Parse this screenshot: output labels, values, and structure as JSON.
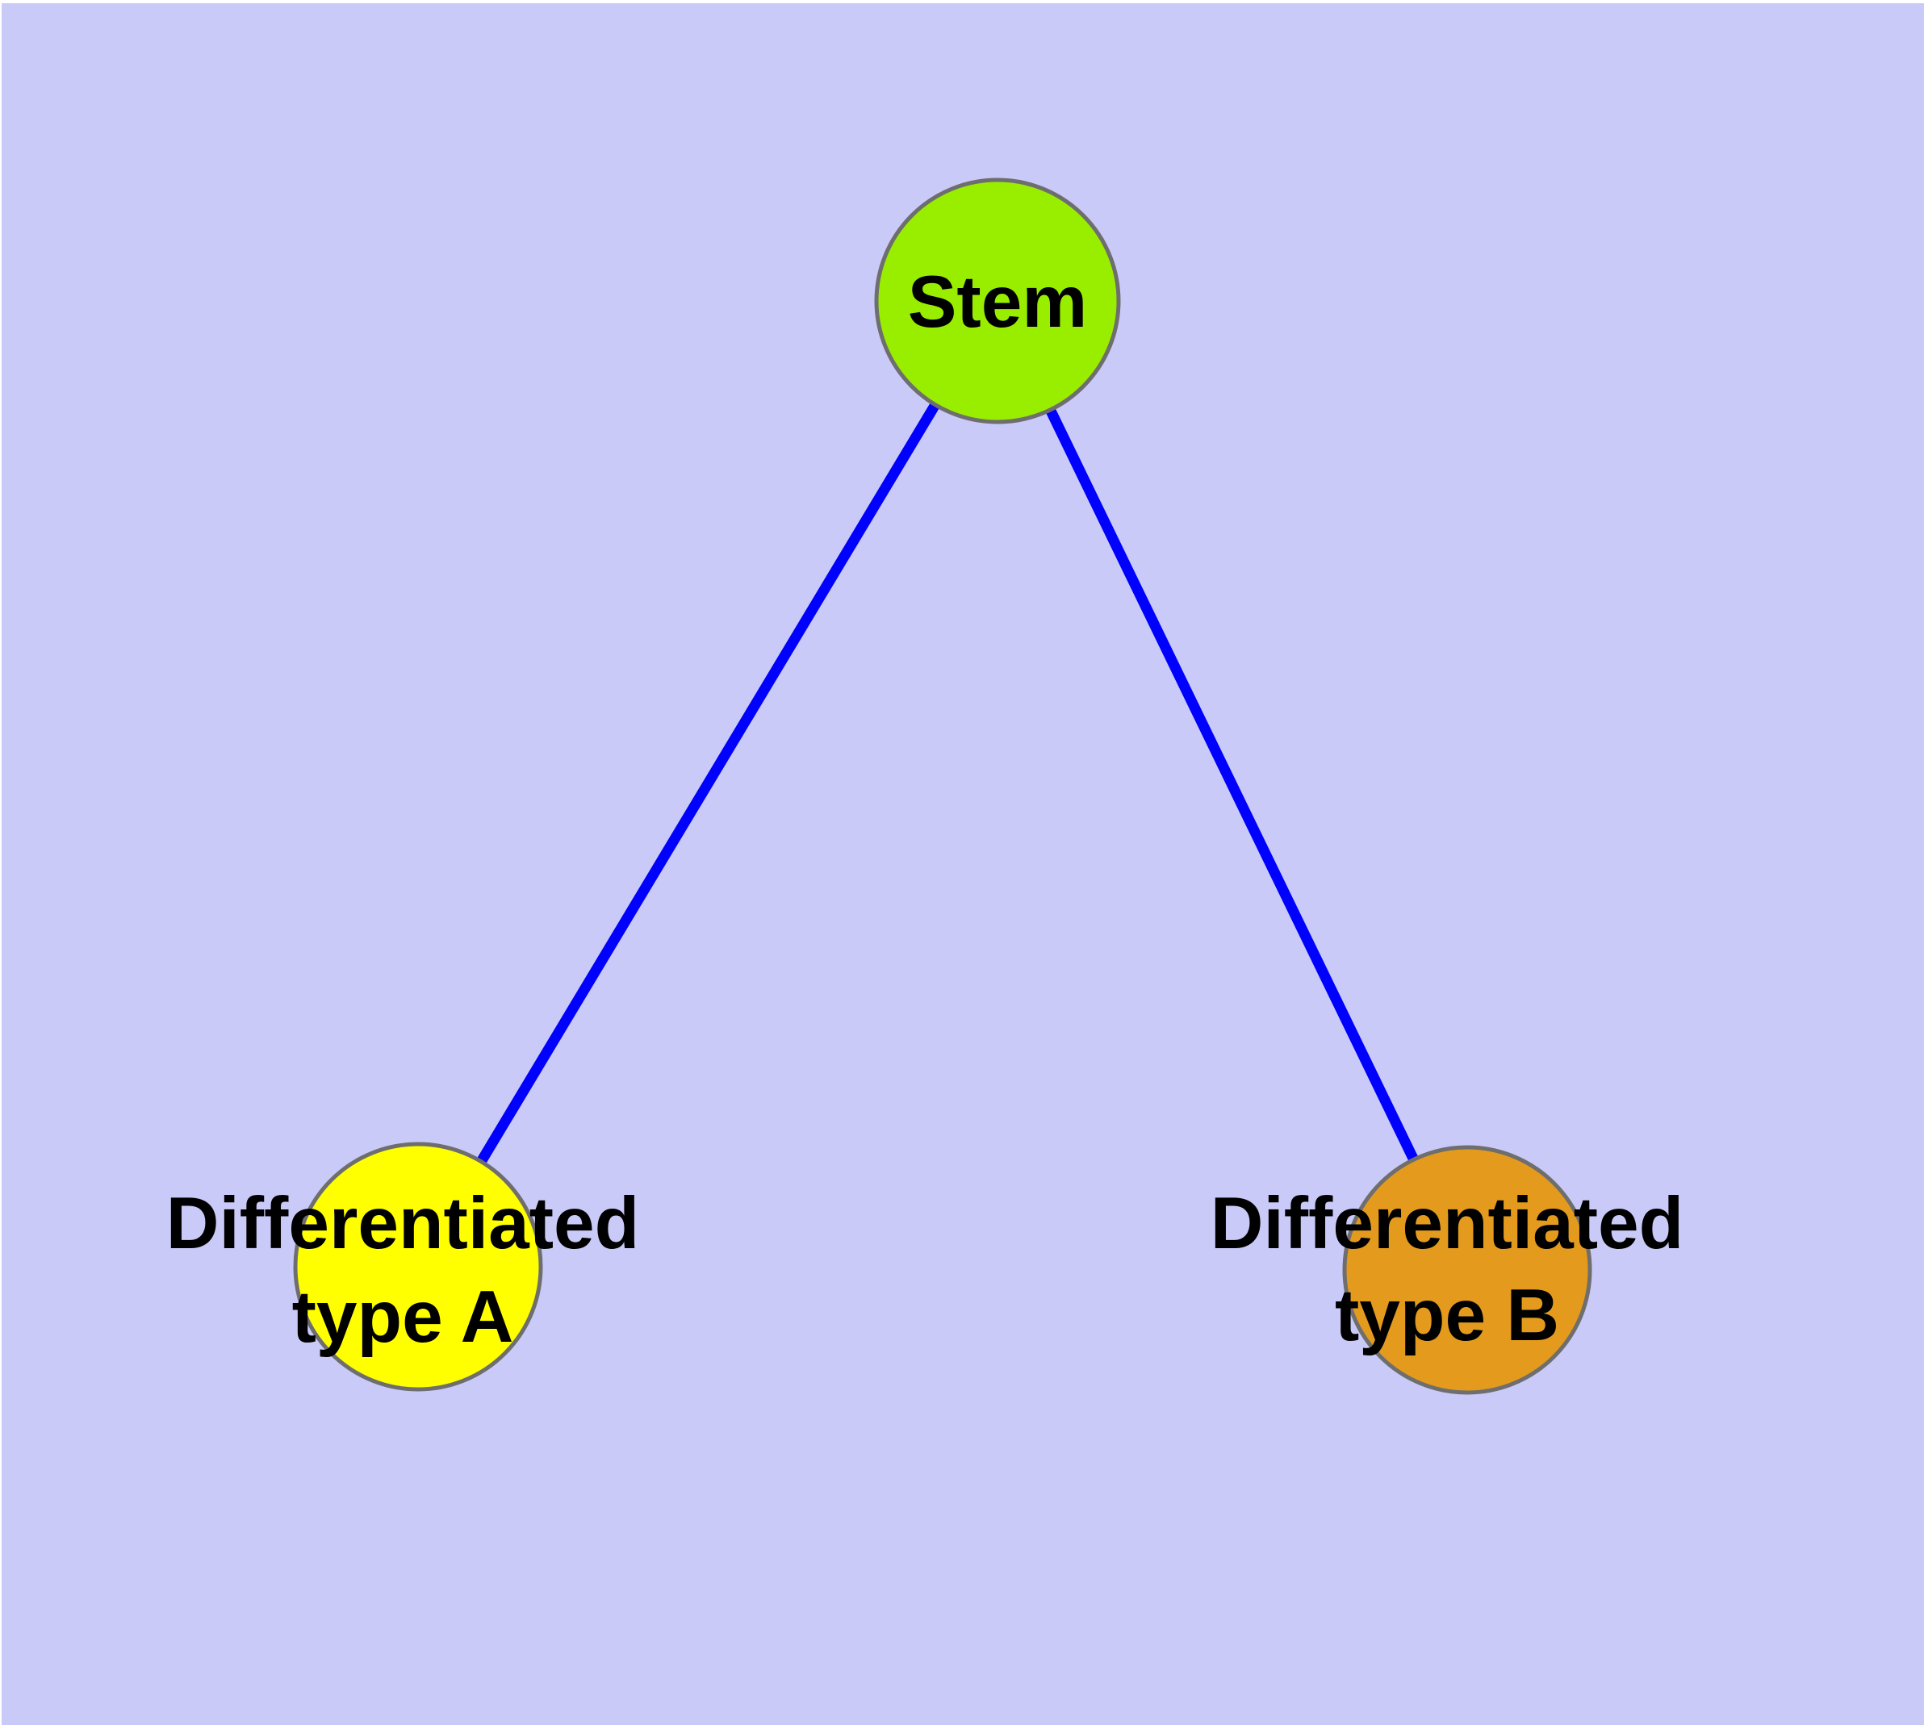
{
  "diagram": {
    "type": "graph",
    "description": "Cell differentiation tree: a Stem node connected to two differentiated cell type nodes",
    "background_color": "#CACAF8",
    "edge_color": "#0000FF",
    "text_color": "#000000",
    "nodes": [
      {
        "id": "stem",
        "label": "Stem",
        "color": "#99EE00",
        "border_color": "#6E6E6E"
      },
      {
        "id": "type-a",
        "label": "Differentiated type A",
        "label_line1": "Differentiated",
        "label_line2": "type A",
        "color": "#FFFF00",
        "border_color": "#6E6E6E"
      },
      {
        "id": "type-b",
        "label": "Differentiated type B",
        "label_line1": "Differentiated",
        "label_line2": "type B",
        "color": "#E49B1D",
        "border_color": "#6E6E6E"
      }
    ],
    "edges": [
      {
        "from": "Stem",
        "to": "Differentiated type A"
      },
      {
        "from": "Stem",
        "to": "Differentiated type B"
      }
    ]
  }
}
